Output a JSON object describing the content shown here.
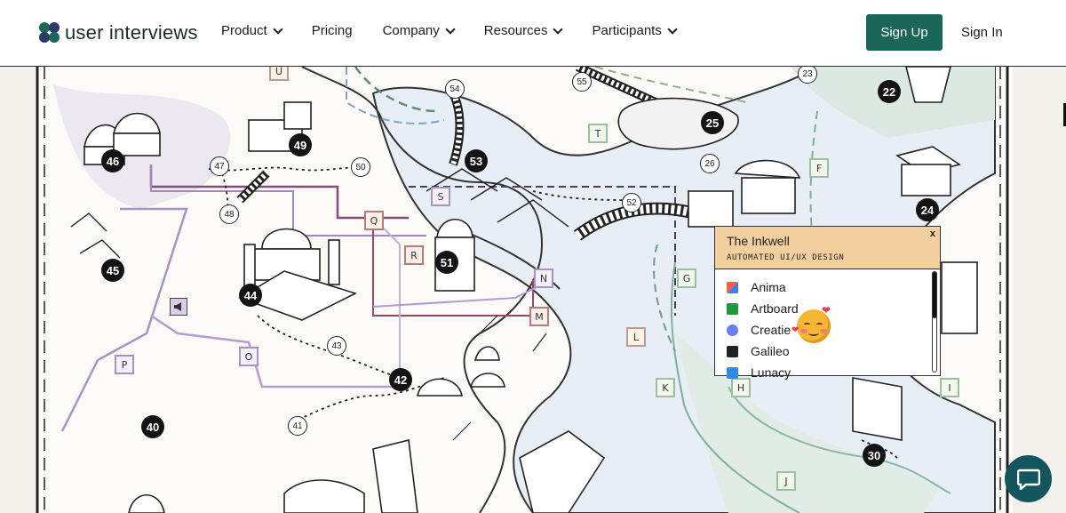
{
  "header": {
    "logo_text": "user interviews",
    "nav": [
      {
        "label": "Product",
        "has_dropdown": true
      },
      {
        "label": "Pricing",
        "has_dropdown": false
      },
      {
        "label": "Company",
        "has_dropdown": true
      },
      {
        "label": "Resources",
        "has_dropdown": true
      },
      {
        "label": "Participants",
        "has_dropdown": true
      }
    ],
    "signup_label": "Sign Up",
    "signin_label": "Sign In"
  },
  "map": {
    "dark_nodes": [
      "22",
      "25",
      "46",
      "49",
      "53",
      "24",
      "45",
      "51",
      "44",
      "42",
      "40",
      "30"
    ],
    "light_nodes": [
      "23",
      "54",
      "55",
      "47",
      "50",
      "26",
      "48",
      "52",
      "43",
      "41"
    ],
    "letters": [
      "U",
      "T",
      "F",
      "S",
      "Q",
      "R",
      "N",
      "G",
      "M",
      "L",
      "P",
      "O",
      "K",
      "H",
      "I",
      "J"
    ]
  },
  "popup": {
    "title": "The Inkwell",
    "subtitle": "AUTOMATED UI/UX DESIGN",
    "close_label": "x",
    "tools": [
      {
        "label": "Anima",
        "icon": "anima-icon",
        "color": "#ff5a4e"
      },
      {
        "label": "Artboard",
        "icon": "artboard-icon",
        "color": "#1d9a3e"
      },
      {
        "label": "Creatie",
        "icon": "creatie-icon",
        "color": "#6b7cf5"
      },
      {
        "label": "Galileo",
        "icon": "galileo-icon",
        "color": "#222222"
      },
      {
        "label": "Lunacy",
        "icon": "lunacy-icon",
        "color": "#2d8ee0"
      }
    ]
  },
  "colors": {
    "brand_green": "#1a6658",
    "popup_header": "#f3cf9f",
    "chat_button": "#14555e"
  }
}
